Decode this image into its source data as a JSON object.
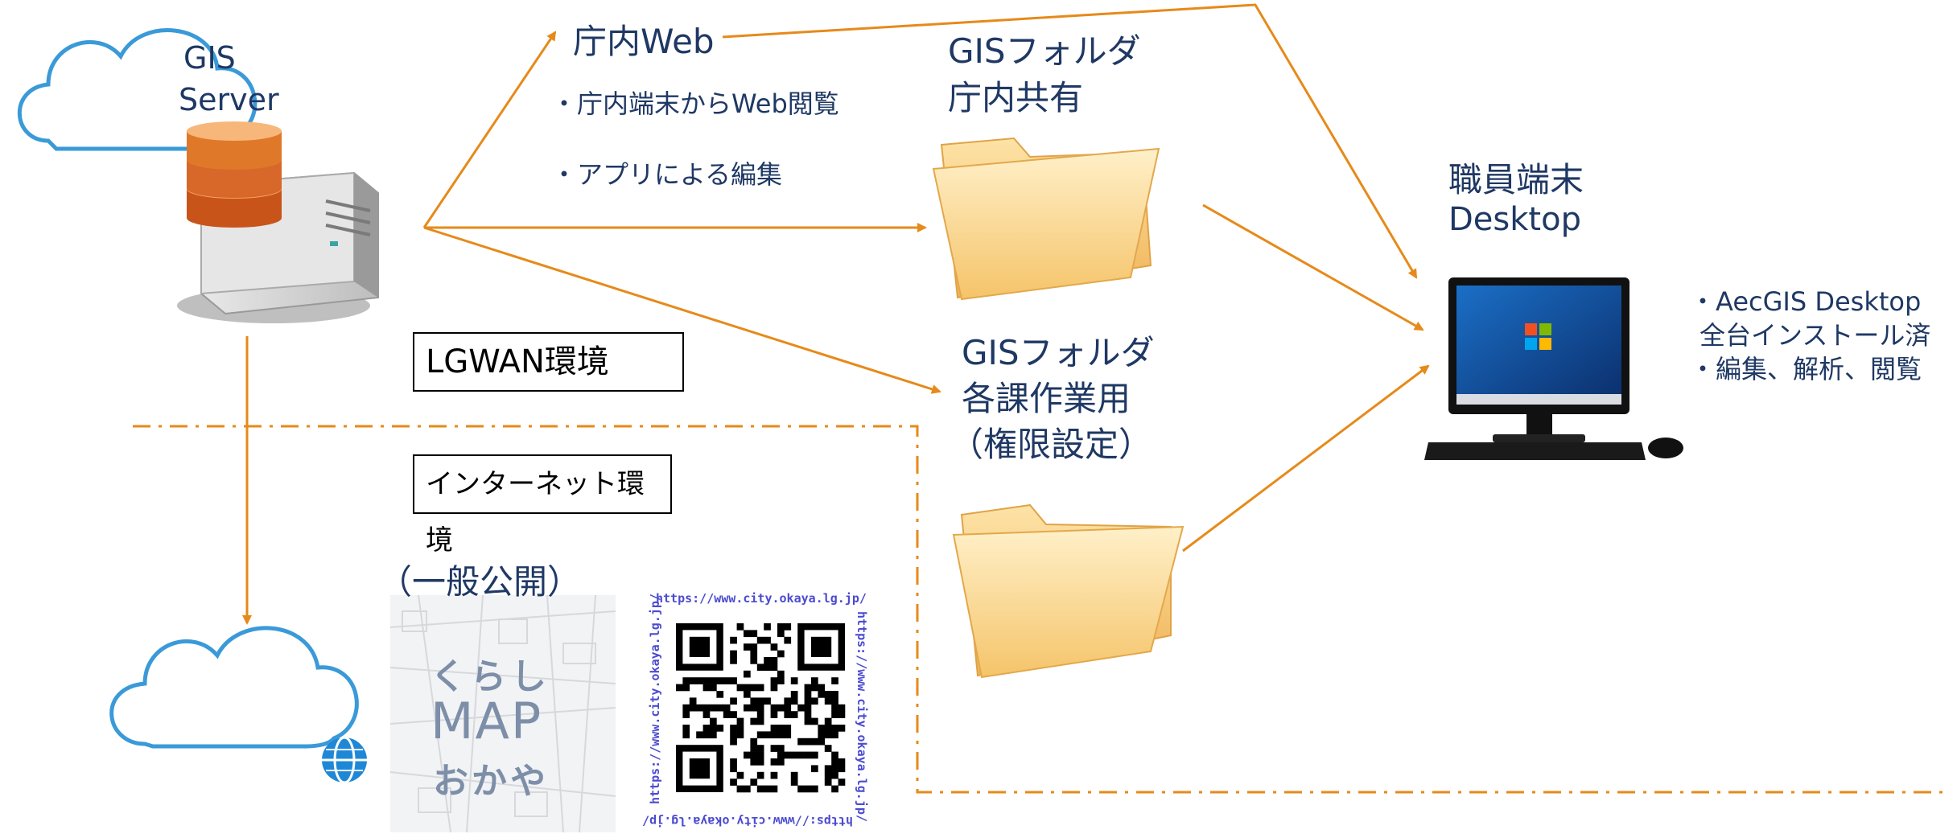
{
  "colors": {
    "arrow": "#e68a1a",
    "text": "#1f3864",
    "cloud_stroke": "#3a9ad9",
    "folder": "#f7c264",
    "db": "#e0782a"
  },
  "server": {
    "label_line1": "GIS",
    "label_line2": "Server",
    "icon": "database-server-icon"
  },
  "intra_web": {
    "title": "庁内Web",
    "bullet1": "・庁内端末からWeb閲覧",
    "bullet2": "・アプリによる編集"
  },
  "shared_folder": {
    "line1": "GISフォルダ",
    "line2": "庁内共有",
    "icon": "folder-icon"
  },
  "section_folder": {
    "line1": "GISフォルダ",
    "line2": "各課作業用",
    "line3": "（権限設定）",
    "icon": "folder-icon"
  },
  "desktop": {
    "title_line1": "職員端末",
    "title_line2": "Desktop",
    "note1": "・AecGIS Desktop",
    "note2": "全台インストール済",
    "note3": "・編集、解析、閲覧",
    "icon": "desktop-computer-icon"
  },
  "lgwan_label": "LGWAN環境",
  "internet_label": "インターネット環境",
  "public_label": "（一般公開）",
  "map_logo": {
    "line1": "くらし",
    "line2": "MAP",
    "line3": "おかや"
  },
  "qr": {
    "url": "https://www.city.okaya.lg.jp/"
  }
}
